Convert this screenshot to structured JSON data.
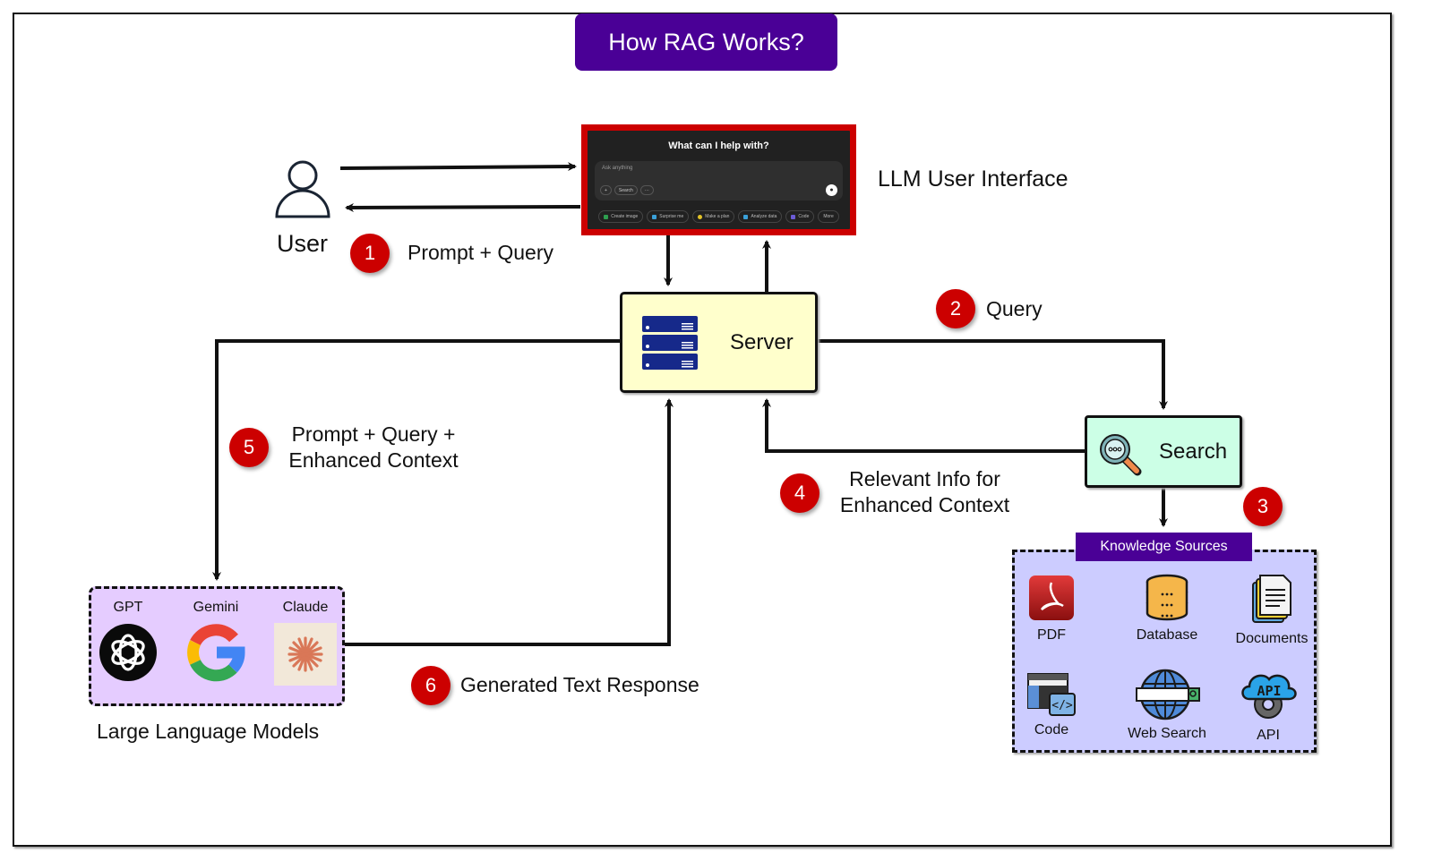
{
  "title": "How RAG Works?",
  "user": {
    "label": "User",
    "icon": "user-icon"
  },
  "llm_ui": {
    "label": "LLM User Interface",
    "heading": "What can I help with?",
    "input_placeholder": "Ask anything",
    "tools": [
      "+",
      "Search",
      "···"
    ],
    "chips": [
      {
        "label": "Create image",
        "color": "#2e9e4f"
      },
      {
        "label": "Surprise me",
        "color": "#3aa0d8"
      },
      {
        "label": "Make a plan",
        "color": "#e2c227"
      },
      {
        "label": "Analyze data",
        "color": "#3aa0d8"
      },
      {
        "label": "Code",
        "color": "#6b5bd6"
      },
      {
        "label": "More",
        "color": ""
      }
    ]
  },
  "server": {
    "label": "Server",
    "icon": "server-icon"
  },
  "search": {
    "label": "Search",
    "icon": "magnifier-icon"
  },
  "knowledge_sources": {
    "title": "Knowledge Sources",
    "items": [
      {
        "label": "PDF",
        "icon": "pdf-icon"
      },
      {
        "label": "Database",
        "icon": "database-icon"
      },
      {
        "label": "Documents",
        "icon": "documents-icon"
      },
      {
        "label": "Code",
        "icon": "code-icon"
      },
      {
        "label": "Web Search",
        "icon": "web-search-icon"
      },
      {
        "label": "API",
        "icon": "api-icon"
      }
    ]
  },
  "llms": {
    "label": "Large Language Models",
    "items": [
      {
        "label": "GPT",
        "icon": "openai-icon"
      },
      {
        "label": "Gemini",
        "icon": "google-icon"
      },
      {
        "label": "Claude",
        "icon": "claude-icon"
      }
    ]
  },
  "steps": [
    {
      "num": "1",
      "line1": "Prompt + Query",
      "line2": ""
    },
    {
      "num": "2",
      "line1": "Query",
      "line2": ""
    },
    {
      "num": "3",
      "line1": "",
      "line2": ""
    },
    {
      "num": "4",
      "line1": "Relevant Info for",
      "line2": "Enhanced Context"
    },
    {
      "num": "5",
      "line1": "Prompt + Query +",
      "line2": "Enhanced Context"
    },
    {
      "num": "6",
      "line1": "Generated Text Response",
      "line2": ""
    }
  ],
  "colors": {
    "title_bg": "#4a0096",
    "badge": "#cc0000",
    "ui_border": "#cc0000",
    "server_bg": "#ffffcc",
    "search_bg": "#ccffe6",
    "knowledge_bg": "#ccccff",
    "llm_bg": "#e5ccff"
  }
}
